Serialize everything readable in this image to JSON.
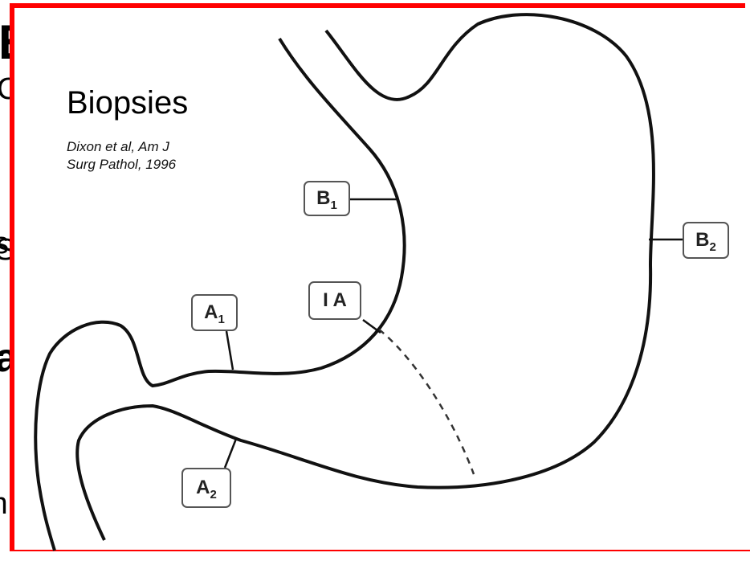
{
  "background_text": {
    "t1": "E",
    "t2": "C",
    "t3": "s",
    "t4": "S",
    "t5": "a",
    "t6": "m"
  },
  "title": "Biopsies",
  "citation": {
    "line1": "Dixon et al, Am J",
    "line2": "Surg Pathol, 1996"
  },
  "labels": {
    "b1": {
      "letter": "B",
      "sub": "1"
    },
    "b2": {
      "letter": "B",
      "sub": "2"
    },
    "ia": {
      "text": "I A"
    },
    "a1": {
      "letter": "A",
      "sub": "1"
    },
    "a2": {
      "letter": "A",
      "sub": "2"
    }
  },
  "colors": {
    "border": "#ff0000",
    "outline": "#111111"
  }
}
